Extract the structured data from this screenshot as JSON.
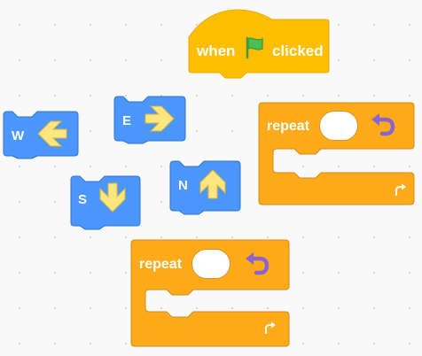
{
  "canvas": {
    "background": "#f9f9f9",
    "grid_dot_color": "#d4d4d4"
  },
  "colors": {
    "events": "#ffbf00",
    "events_border": "#e6ac00",
    "control": "#ffab19",
    "control_border": "#cf8b17",
    "motion": "#4c97ff",
    "motion_border": "#3373cc",
    "arrow_fill": "#ffe680",
    "loop_arrow": "#9966ff"
  },
  "when_flag_block": {
    "label_when": "when",
    "icon": "green-flag-icon",
    "label_clicked": "clicked"
  },
  "move_blocks": [
    {
      "letter": "W",
      "arrow_icon": "arrow-left-icon"
    },
    {
      "letter": "E",
      "arrow_icon": "arrow-right-icon"
    },
    {
      "letter": "S",
      "arrow_icon": "arrow-down-icon"
    },
    {
      "letter": "N",
      "arrow_icon": "arrow-up-icon"
    }
  ],
  "repeat_blocks": [
    {
      "label": "repeat",
      "count_value": "",
      "loop_icon": "loop-arrow-icon",
      "end_icon": "repeat-end-icon"
    },
    {
      "label": "repeat",
      "count_value": "",
      "loop_icon": "loop-arrow-icon",
      "end_icon": "repeat-end-icon"
    }
  ]
}
